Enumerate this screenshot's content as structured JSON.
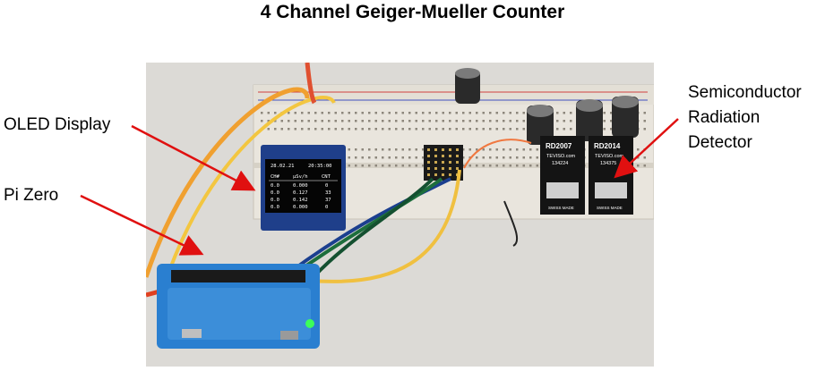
{
  "title": "4 Channel Geiger-Mueller Counter",
  "labels": {
    "oled": "OLED Display",
    "pi": "Pi Zero",
    "semi": [
      "Semiconductor",
      "Radiation",
      "Detector"
    ]
  },
  "colors": {
    "arrow": "#e01010",
    "breadboard": "#e8e4dc",
    "pi_case": "#2a7fd0",
    "oled_pcb": "#1f3f8a",
    "detector": "#141414"
  },
  "detectors": [
    {
      "model": "RD2007",
      "site": "TEVISO.com",
      "serial": "134224",
      "footer": "SWISS MADE"
    },
    {
      "model": "RD2014",
      "site": "TEVISO.com",
      "serial": "134375",
      "footer": "SWISS MADE"
    }
  ],
  "oled": {
    "datetime": [
      "28.02.21",
      "20:35:00"
    ],
    "header": [
      "CH#",
      "µSv/h",
      "CNT"
    ],
    "rows": [
      [
        "0.0",
        "0.000",
        "0"
      ],
      [
        "0.0",
        "0.127",
        "33"
      ],
      [
        "0.0",
        "0.142",
        "37"
      ],
      [
        "0.0",
        "0.000",
        "0"
      ]
    ]
  }
}
